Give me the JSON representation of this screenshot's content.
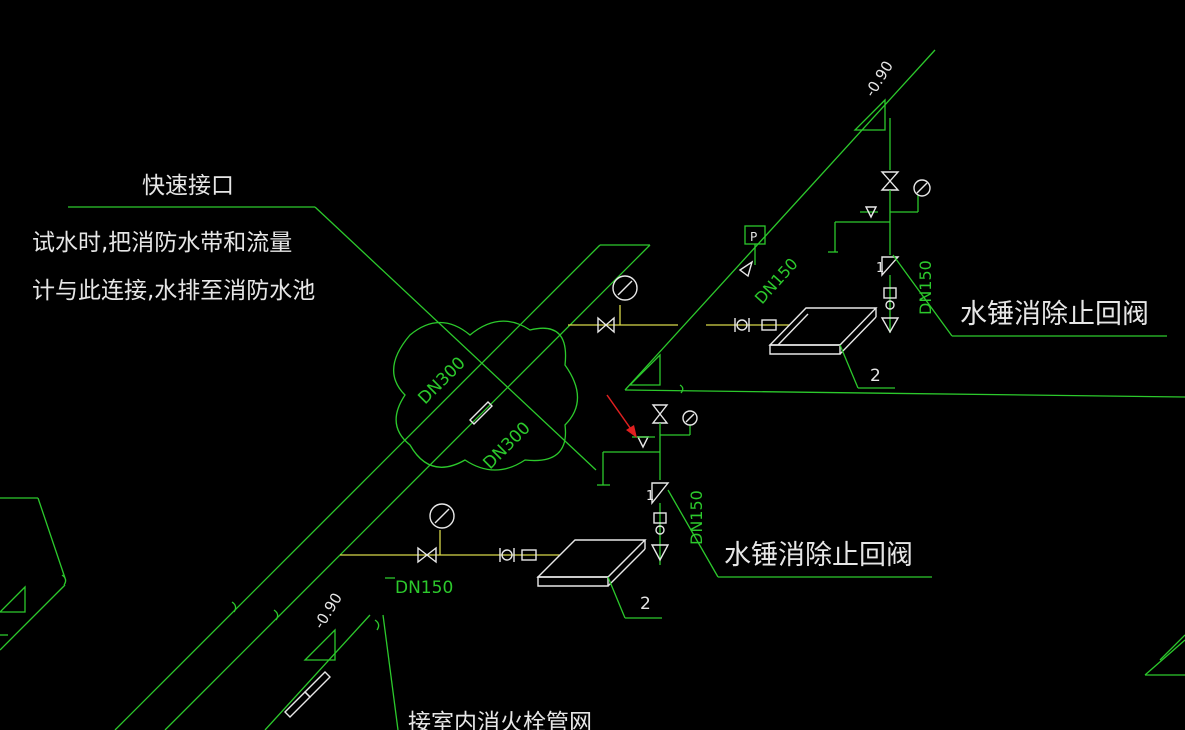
{
  "labels": {
    "quick_connector_title": "快速接口",
    "note_line1": "试水时,把消防水带和流量",
    "note_line2": "计与此连接,水排至消防水池",
    "water_hammer_check_valve_upper": "水锤消除止回阀",
    "water_hammer_check_valve_lower": "水锤消除止回阀",
    "connect_indoor_hydrant_network": "接室内消火栓管网",
    "dn300_a": "DN300",
    "dn300_b": "DN300",
    "dn150_upper_diag": "DN150",
    "dn150_upper_vert": "DN150",
    "dn150_lower_vert": "DN150",
    "dn150_lower_horiz": "DN150",
    "elev_upper": "-0.90",
    "elev_lower": "-0.90",
    "pump_no_upper": "2",
    "pump_no_lower": "2",
    "pressure_p": "P",
    "valve_num_upper": "1",
    "valve_num_lower": "1"
  },
  "colors": {
    "pipe_green": "#2cc92c",
    "pipe_yellow": "#d8d84a",
    "equipment_white": "#e8e8e8",
    "arrow_red": "#e02020",
    "background": "#000000"
  }
}
